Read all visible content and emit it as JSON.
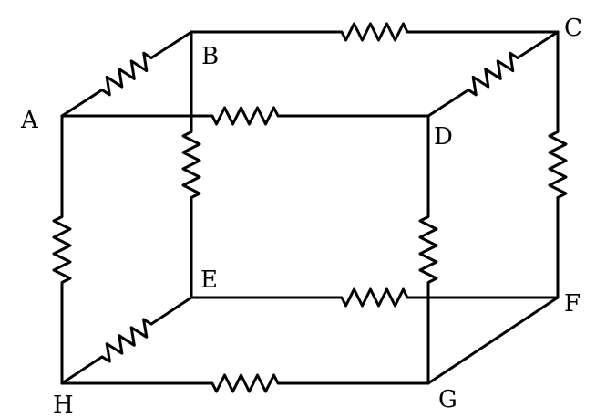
{
  "diagram": {
    "stroke_color": "#000000",
    "background_color": "#ffffff",
    "nodes": [
      {
        "id": "A",
        "label": "A"
      },
      {
        "id": "B",
        "label": "B"
      },
      {
        "id": "C",
        "label": "C"
      },
      {
        "id": "D",
        "label": "D"
      },
      {
        "id": "E",
        "label": "E"
      },
      {
        "id": "F",
        "label": "F"
      },
      {
        "id": "G",
        "label": "G"
      },
      {
        "id": "H",
        "label": "H"
      }
    ],
    "resistor_edges": [
      {
        "from": "A",
        "to": "B"
      },
      {
        "from": "B",
        "to": "C"
      },
      {
        "from": "A",
        "to": "D"
      },
      {
        "from": "D",
        "to": "C"
      },
      {
        "from": "B",
        "to": "E"
      },
      {
        "from": "A",
        "to": "H"
      },
      {
        "from": "D",
        "to": "G"
      },
      {
        "from": "C",
        "to": "F"
      },
      {
        "from": "E",
        "to": "F"
      },
      {
        "from": "E",
        "to": "H"
      },
      {
        "from": "H",
        "to": "G"
      }
    ],
    "wire_edges": [
      {
        "from": "G",
        "to": "F"
      }
    ]
  }
}
